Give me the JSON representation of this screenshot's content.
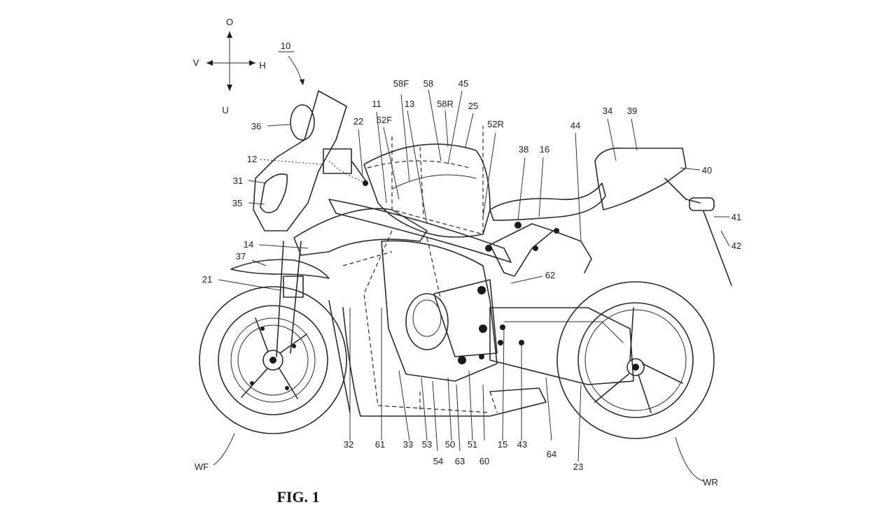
{
  "orientation": {
    "up": "O",
    "down": "U",
    "left": "V",
    "right": "H"
  },
  "figure_caption": "FIG. 1",
  "reference_number": "10",
  "labels": {
    "l36": "36",
    "l12": "12",
    "l31": "31",
    "l35": "35",
    "l14": "14",
    "l37": "37",
    "l21": "21",
    "l22": "22",
    "l11": "11",
    "l52F": "52F",
    "l13": "13",
    "l58F": "58F",
    "l58": "58",
    "l58R": "58R",
    "l45": "45",
    "l25": "25",
    "l52R": "52R",
    "l38": "38",
    "l16": "16",
    "l44": "44",
    "l34": "34",
    "l39": "39",
    "l40": "40",
    "l41": "41",
    "l42": "42",
    "l62": "62",
    "l32": "32",
    "l61": "61",
    "l33": "33",
    "l53": "53",
    "l54": "54",
    "l50": "50",
    "l63": "63",
    "l51": "51",
    "l60": "60",
    "l15": "15",
    "l43": "43",
    "l64": "64",
    "l23": "23",
    "lWF": "WF",
    "lWR": "WR"
  }
}
